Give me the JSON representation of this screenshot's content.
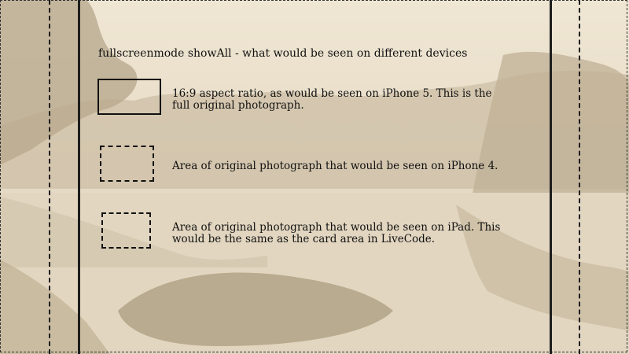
{
  "title": "fullscreenmode showAll - what would be seen on different devices",
  "legend": [
    {
      "style": "solid",
      "text": "16:9 aspect ratio, as would be seen on iPhone 5. This is the full original photograph."
    },
    {
      "style": "dashed",
      "text": "Area of original photograph that would be seen on iPhone 4."
    },
    {
      "style": "dashed",
      "text": "Area of original photograph that would be seen on iPad. This would be the same as the card area in LiveCode."
    }
  ],
  "colors": {
    "background": "#e7dcc8",
    "lines": "#1e1e1e",
    "text": "#111111"
  }
}
